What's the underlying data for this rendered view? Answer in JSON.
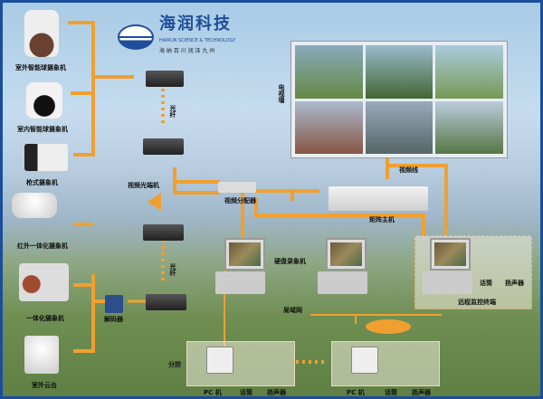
{
  "logo": {
    "name": "海润科技",
    "english": "HAIRUN SCIENCE & TECHNOLOGY",
    "slogan": "海 纳 百 川  润 泽 九 州"
  },
  "cameras": [
    "室外智能球摄象机",
    "室内智能球摄象机",
    "枪式摄象机",
    "红外一体化摄象机",
    "一体化摄象机",
    "室外云台"
  ],
  "labels": {
    "fiber_top": "光纤",
    "fiber_bottom": "光纤",
    "optical_transceiver": "视频光端机",
    "decoder": "解码器",
    "video_distributor": "视频分配器",
    "matrix_host": "矩阵主机",
    "video_line": "视频线",
    "tv_wall": "电视墙",
    "dvr": "硬盘录象机",
    "remote_terminal": "远程监控终端",
    "lan": "局域网",
    "sub_control": "分控"
  },
  "remote_terminal_items": {
    "mic": "话筒",
    "speaker": "扬声器"
  },
  "sub_stations": [
    {
      "pc": "PC 机",
      "mic": "话筒",
      "speaker": "扬声器"
    },
    {
      "pc": "PC 机",
      "mic": "话筒",
      "speaker": "扬声器"
    }
  ],
  "colors": {
    "line": "#f0a030",
    "frame": "#1a4e9a"
  }
}
